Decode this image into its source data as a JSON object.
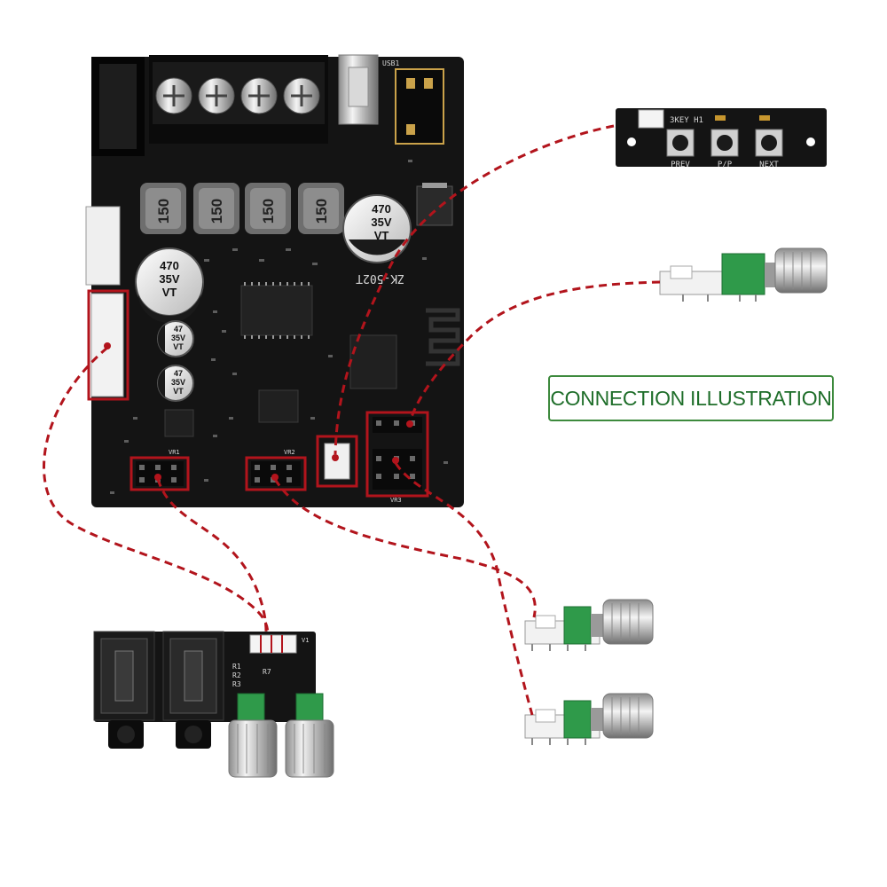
{
  "title": "CONNECTION ILLUSTRATION",
  "colors": {
    "accent": "#b2141c",
    "badge_border": "#3d8a3d",
    "badge_text": "#1f6e2a",
    "pcb": "#141414"
  },
  "main_board": {
    "model": "ZK-502T",
    "usb_label": "USB1",
    "inductor_labels": [
      "150",
      "150",
      "150",
      "150"
    ],
    "big_caps": [
      {
        "value": "470",
        "voltage": "35V",
        "mark": "VT"
      },
      {
        "value": "470",
        "voltage": "35V",
        "mark": "VT"
      }
    ],
    "small_caps": [
      {
        "value": "47",
        "voltage": "35V",
        "mark": "VT"
      },
      {
        "value": "47",
        "voltage": "35V",
        "mark": "VT"
      }
    ],
    "header_labels": [
      "VR1",
      "VR2",
      "VR3"
    ]
  },
  "key_board": {
    "header_label": "3KEY H1",
    "buttons": [
      "PREV",
      "P/P",
      "NEXT"
    ]
  },
  "jack_board": {
    "labels": [
      "R1",
      "R2",
      "R3",
      "R7"
    ],
    "version": "V1"
  }
}
